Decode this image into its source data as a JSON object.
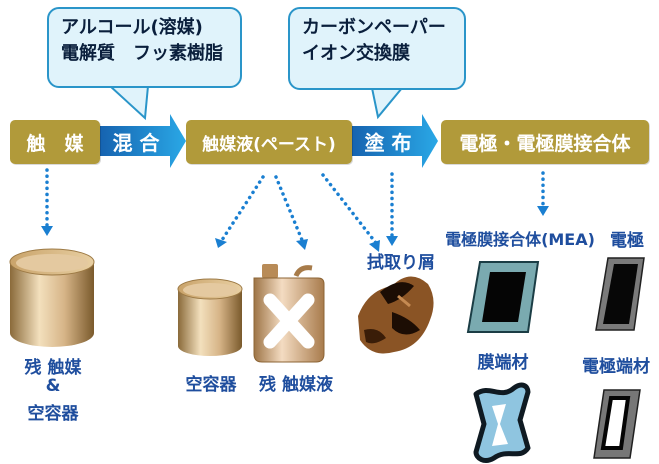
{
  "bubbles": {
    "left": {
      "line1": "アルコール(溶媒)",
      "line2": "電解質　フッ素樹脂"
    },
    "right": {
      "line1": "カーボンペーパー",
      "line2": "イオン交換膜"
    }
  },
  "steps": {
    "catalyst": "触　媒",
    "paste": "触媒液(ペースト)",
    "electrode": "電極・電極膜接合体"
  },
  "arrows": {
    "mix": "混 合",
    "coat": "塗 布"
  },
  "labels": {
    "residual_catalyst": "残 触媒",
    "ampersand": "&",
    "empty_container_left": "空容器",
    "empty_container": "空容器",
    "residual_catalyst_liquid": "残 触媒液",
    "scrap": "拭取り屑",
    "mea": "電極膜接合体(MEA)",
    "electrode": "電極",
    "membrane_edge": "膜端材",
    "electrode_edge": "電極端材"
  },
  "colors": {
    "step_bg": "#b19a3a",
    "arrow_blue": "#1a8fd6",
    "text_blue": "#1f4e9e",
    "bubble_bg": "#e0f3fb"
  }
}
